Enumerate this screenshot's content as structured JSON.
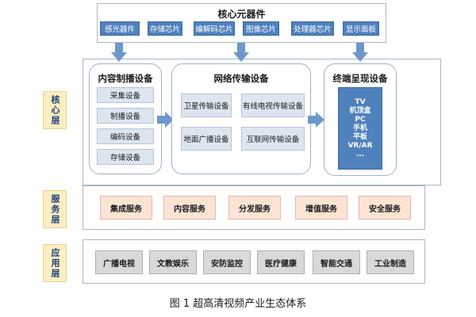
{
  "layers": {
    "core": "核心层",
    "service": "服务层",
    "application": "应用层"
  },
  "core_components": {
    "title": "核心元器件",
    "items": [
      "感光器件",
      "存储芯片",
      "编解码芯片",
      "图像芯片",
      "处理器芯片",
      "显示面板"
    ]
  },
  "content_production": {
    "title": "内容制播设备",
    "items": [
      "采集设备",
      "制播设备",
      "编码设备",
      "存储设备"
    ]
  },
  "network_transmission": {
    "title": "网络传输设备",
    "items": [
      "卫星传输设备",
      "有线电视传输设备",
      "地面广播设备",
      "互联网传输设备"
    ]
  },
  "terminal_presentation": {
    "title": "终端呈现设备",
    "items": [
      "TV",
      "机顶盒",
      "PC",
      "手机",
      "平板",
      "VR/AR",
      "..."
    ]
  },
  "services": [
    "集成服务",
    "内容服务",
    "分发服务",
    "增值服务",
    "安全服务"
  ],
  "applications": [
    "广播电视",
    "文教娱乐",
    "安防监控",
    "医疗健康",
    "智能交通",
    "工业制造"
  ],
  "caption": "图 1  超高清视频产业生态体系",
  "colors": {
    "chip_blue": "#4f81bd",
    "cell_light_blue": "#dde5f0",
    "layer_label_yellow": "#fbeec2",
    "service_peach": "#fbe4d6",
    "application_gray": "#d9d9d9"
  }
}
